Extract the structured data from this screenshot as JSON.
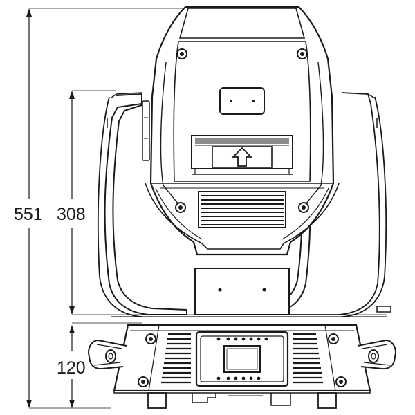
{
  "dimensions": {
    "total_height": "551",
    "head_height": "308",
    "base_height": "120"
  },
  "colors": {
    "line": "#1a1a1a",
    "background": "#ffffff"
  }
}
